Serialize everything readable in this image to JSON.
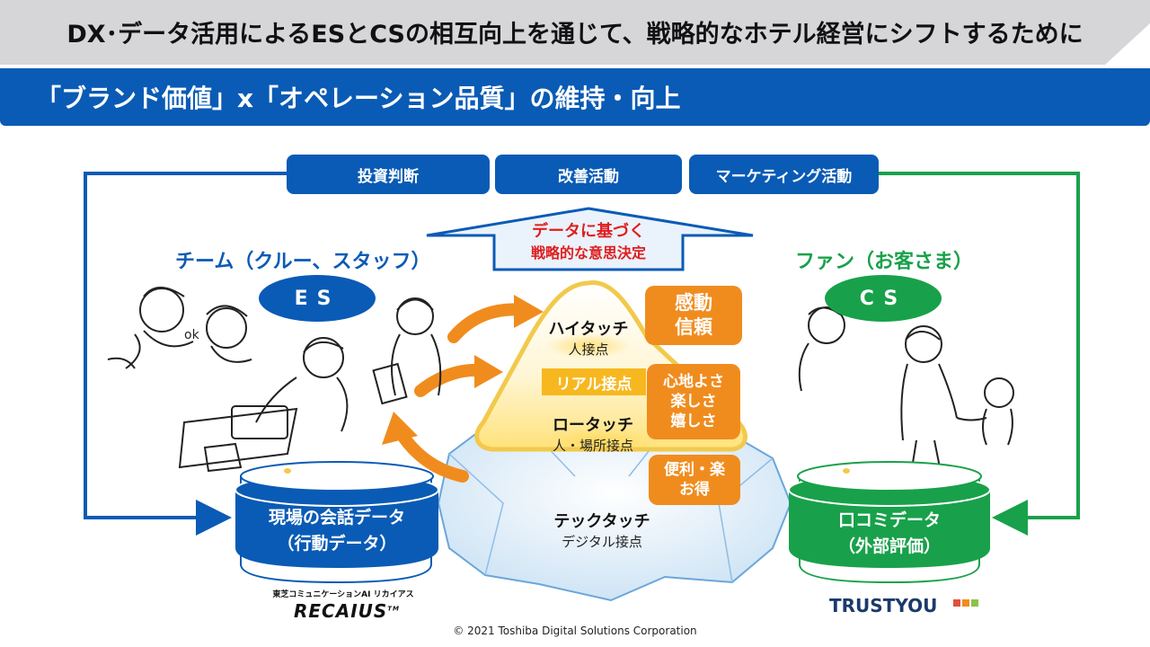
{
  "header": {
    "title": "DX･データ活用によるESとCSの相互向上を通じて、戦略的なホテル経営にシフトするために",
    "subtitle": "「ブランド価値」x「オペレーション品質」の維持・向上"
  },
  "top_tabs": [
    {
      "label": "投資判断"
    },
    {
      "label": "改善活動"
    },
    {
      "label": "マーケティング活動"
    }
  ],
  "decision_arrow": {
    "line1": "データに基づく",
    "line2": "戦略的な意思決定"
  },
  "left_group": {
    "title": "チーム（クルー、スタッフ）",
    "pill": "ES",
    "ok_text": "ok"
  },
  "right_group": {
    "title": "ファン（お客さま）",
    "pill": "CS"
  },
  "pyramid": {
    "high_touch": {
      "main": "ハイタッチ",
      "sub": "人接点"
    },
    "real_touch": "リアル接点",
    "low_touch": {
      "main": "ロータッチ",
      "sub": "人・場所接点"
    },
    "tech_touch": {
      "main": "テックタッチ",
      "sub": "デジタル接点"
    }
  },
  "value_boxes": {
    "box1": {
      "line1": "感動",
      "line2": "信頼"
    },
    "box2": {
      "line1": "心地よさ",
      "line2": "楽しさ",
      "line3": "嬉しさ"
    },
    "box3": {
      "line1": "便利・楽",
      "line2": "お得"
    }
  },
  "left_db": {
    "line1": "現場の会話データ",
    "line2": "（行動データ）"
  },
  "right_db": {
    "line1": "口コミデータ",
    "line2": "（外部評価）"
  },
  "logos": {
    "recaius_caption": "東芝コミュニケーションAI リカイアス",
    "recaius_name": "RECAIUS",
    "recaius_tm": "TM",
    "trustyou": "TRUSTYOU"
  },
  "footer": {
    "copyright": "© 2021 Toshiba Digital Solutions Corporation"
  },
  "colors": {
    "blue": "#0a5bb5",
    "green": "#18a14a",
    "orange": "#f08c1e",
    "red": "#e01e1e",
    "gray_banner": "#d6d6d9"
  }
}
